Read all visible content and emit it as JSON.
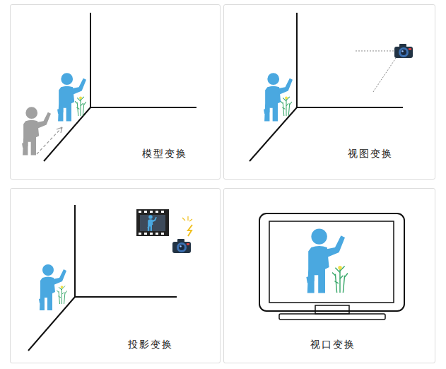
{
  "diagram": {
    "nodes": [
      {
        "text": [
          "模型变换"
        ]
      },
      {
        "text": [
          "视图变换"
        ]
      },
      {
        "text": [
          "投影变换"
        ]
      },
      {
        "text": [
          "视口变换"
        ]
      }
    ]
  }
}
